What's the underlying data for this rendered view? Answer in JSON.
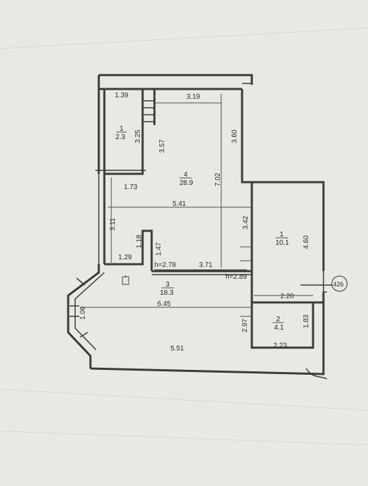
{
  "rooms": [
    {
      "number": "1",
      "area": "2.3"
    },
    {
      "number": "4",
      "area": "28.9"
    },
    {
      "number": "1",
      "area": "10.1"
    },
    {
      "number": "3",
      "area": "18.3"
    },
    {
      "number": "2",
      "area": "4.1"
    }
  ],
  "dimensions": {
    "d_1_39": "1.39",
    "d_3_19": "3.19",
    "d_3_25": "3.25",
    "d_3_57": "3.57",
    "d_3_60": "3.60",
    "d_7_02": "7.02",
    "d_1_73": "1.73",
    "d_5_41": "5.41",
    "d_3_11": "3.11",
    "d_3_42": "3.42",
    "d_4_60": "4.60",
    "d_1_18": "1.18",
    "d_1_47": "1.47",
    "d_1_29": "1.29",
    "d_3_71": "3.71",
    "d_6_45": "6.45",
    "d_1_06": "1.06",
    "d_2_97": "2.97",
    "d_2_20": "2.20",
    "d_1_83": "1.83",
    "d_5_51": "5.51",
    "d_2_23": "2.23"
  },
  "heights": {
    "h1": "h=2.78",
    "h2": "h=2.89"
  },
  "marker": "426"
}
